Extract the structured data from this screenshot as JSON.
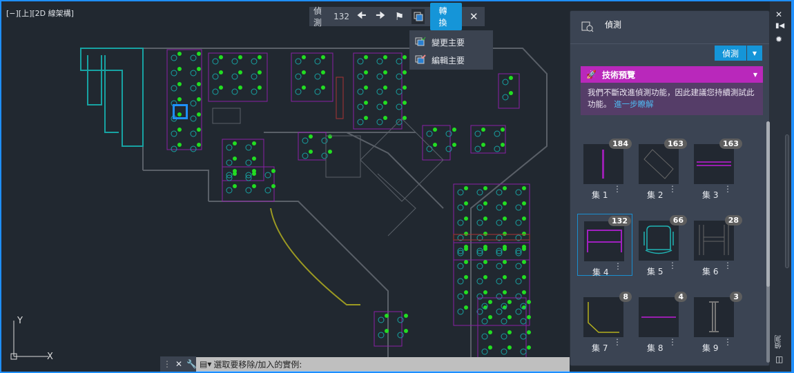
{
  "viewport": {
    "label": "[−][上][2D 線架構]",
    "ucs_y": "Y",
    "ucs_x": "X"
  },
  "toolbar": {
    "detect_label": "偵測",
    "count": "132",
    "prev_icon": "arrow-left-icon",
    "next_icon": "arrow-right-icon",
    "flag_icon": "flag-icon",
    "select_icon": "select-set-icon",
    "convert_label": "轉換",
    "close_icon": "close-icon"
  },
  "menu": {
    "items": [
      {
        "label": "變更主要",
        "icon": "change-primary-icon"
      },
      {
        "label": "編輯主要",
        "icon": "edit-primary-icon"
      }
    ]
  },
  "panel": {
    "title": "偵測",
    "detect_button": "偵測",
    "preview": {
      "title": "技術預覽",
      "text": "我們不斷改進偵測功能，因此建議您持續測試此功能。",
      "link": "進一步瞭解"
    },
    "sets": [
      {
        "label": "集 1",
        "count": "184",
        "shape": "vline"
      },
      {
        "label": "集 2",
        "count": "163",
        "shape": "rotrect"
      },
      {
        "label": "集 3",
        "count": "163",
        "shape": "dline"
      },
      {
        "label": "集 4",
        "count": "132",
        "shape": "table",
        "selected": true
      },
      {
        "label": "集 5",
        "count": "66",
        "shape": "chair"
      },
      {
        "label": "集 6",
        "count": "28",
        "shape": "H"
      },
      {
        "label": "集 7",
        "count": "8",
        "shape": "corner"
      },
      {
        "label": "集 8",
        "count": "4",
        "shape": "hline"
      },
      {
        "label": "集 9",
        "count": "3",
        "shape": "I"
      }
    ]
  },
  "side_strip": {
    "vertical_label": "偵測"
  },
  "command": {
    "prompt": "選取要移除/加入的實例:"
  },
  "colors": {
    "accent": "#1595d8",
    "preview": "#b928bb",
    "canvas": "#212830",
    "magenta": "#a020c0",
    "cyan": "#1fb5b5",
    "green": "#22dd22"
  }
}
